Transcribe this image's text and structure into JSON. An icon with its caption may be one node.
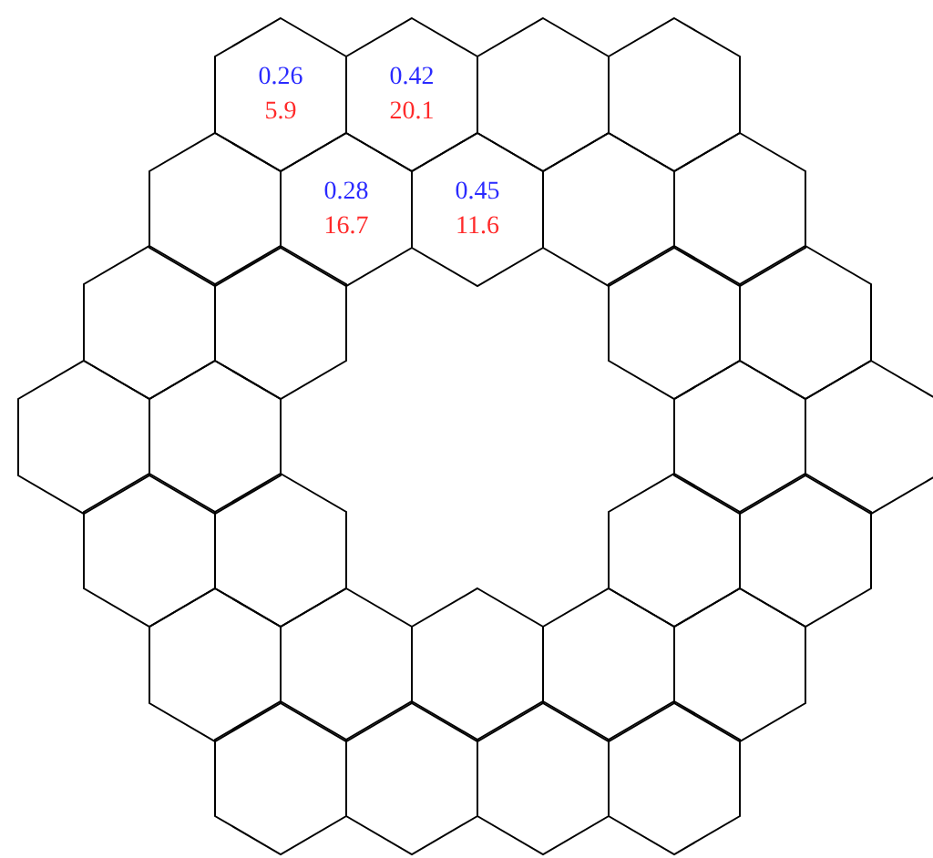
{
  "diagram": {
    "nodes": [
      {
        "text": [
          "0.26",
          "5.9"
        ]
      },
      {
        "text": [
          "0.42",
          "20.1"
        ]
      },
      {
        "text": [],
        "shape": "hexagon"
      },
      {
        "text": [],
        "shape": "hexagon"
      },
      {
        "text": [],
        "shape": "hexagon"
      },
      {
        "text": [
          "0.28",
          "16.7"
        ]
      },
      {
        "text": [
          "0.45",
          "11.6"
        ]
      },
      {
        "text": [],
        "shape": "hexagon"
      },
      {
        "text": [],
        "shape": "hexagon"
      },
      {
        "text": [],
        "shape": "hexagon"
      },
      {
        "text": [],
        "shape": "hexagon"
      },
      {
        "text": [],
        "shape": "hexagon"
      },
      {
        "text": [],
        "shape": "hexagon"
      },
      {
        "text": [],
        "shape": "hexagon"
      },
      {
        "text": [],
        "shape": "hexagon"
      },
      {
        "text": [],
        "shape": "hexagon"
      },
      {
        "text": [],
        "shape": "hexagon"
      },
      {
        "text": [],
        "shape": "hexagon"
      },
      {
        "text": [],
        "shape": "hexagon"
      },
      {
        "text": [],
        "shape": "hexagon"
      },
      {
        "text": [],
        "shape": "hexagon"
      },
      {
        "text": [],
        "shape": "hexagon"
      },
      {
        "text": [],
        "shape": "hexagon"
      },
      {
        "text": [],
        "shape": "hexagon"
      },
      {
        "text": [],
        "shape": "hexagon"
      },
      {
        "text": [],
        "shape": "hexagon"
      },
      {
        "text": [],
        "shape": "hexagon"
      },
      {
        "text": [],
        "shape": "hexagon"
      },
      {
        "text": [],
        "shape": "hexagon"
      },
      {
        "text": [],
        "shape": "hexagon"
      }
    ]
  }
}
